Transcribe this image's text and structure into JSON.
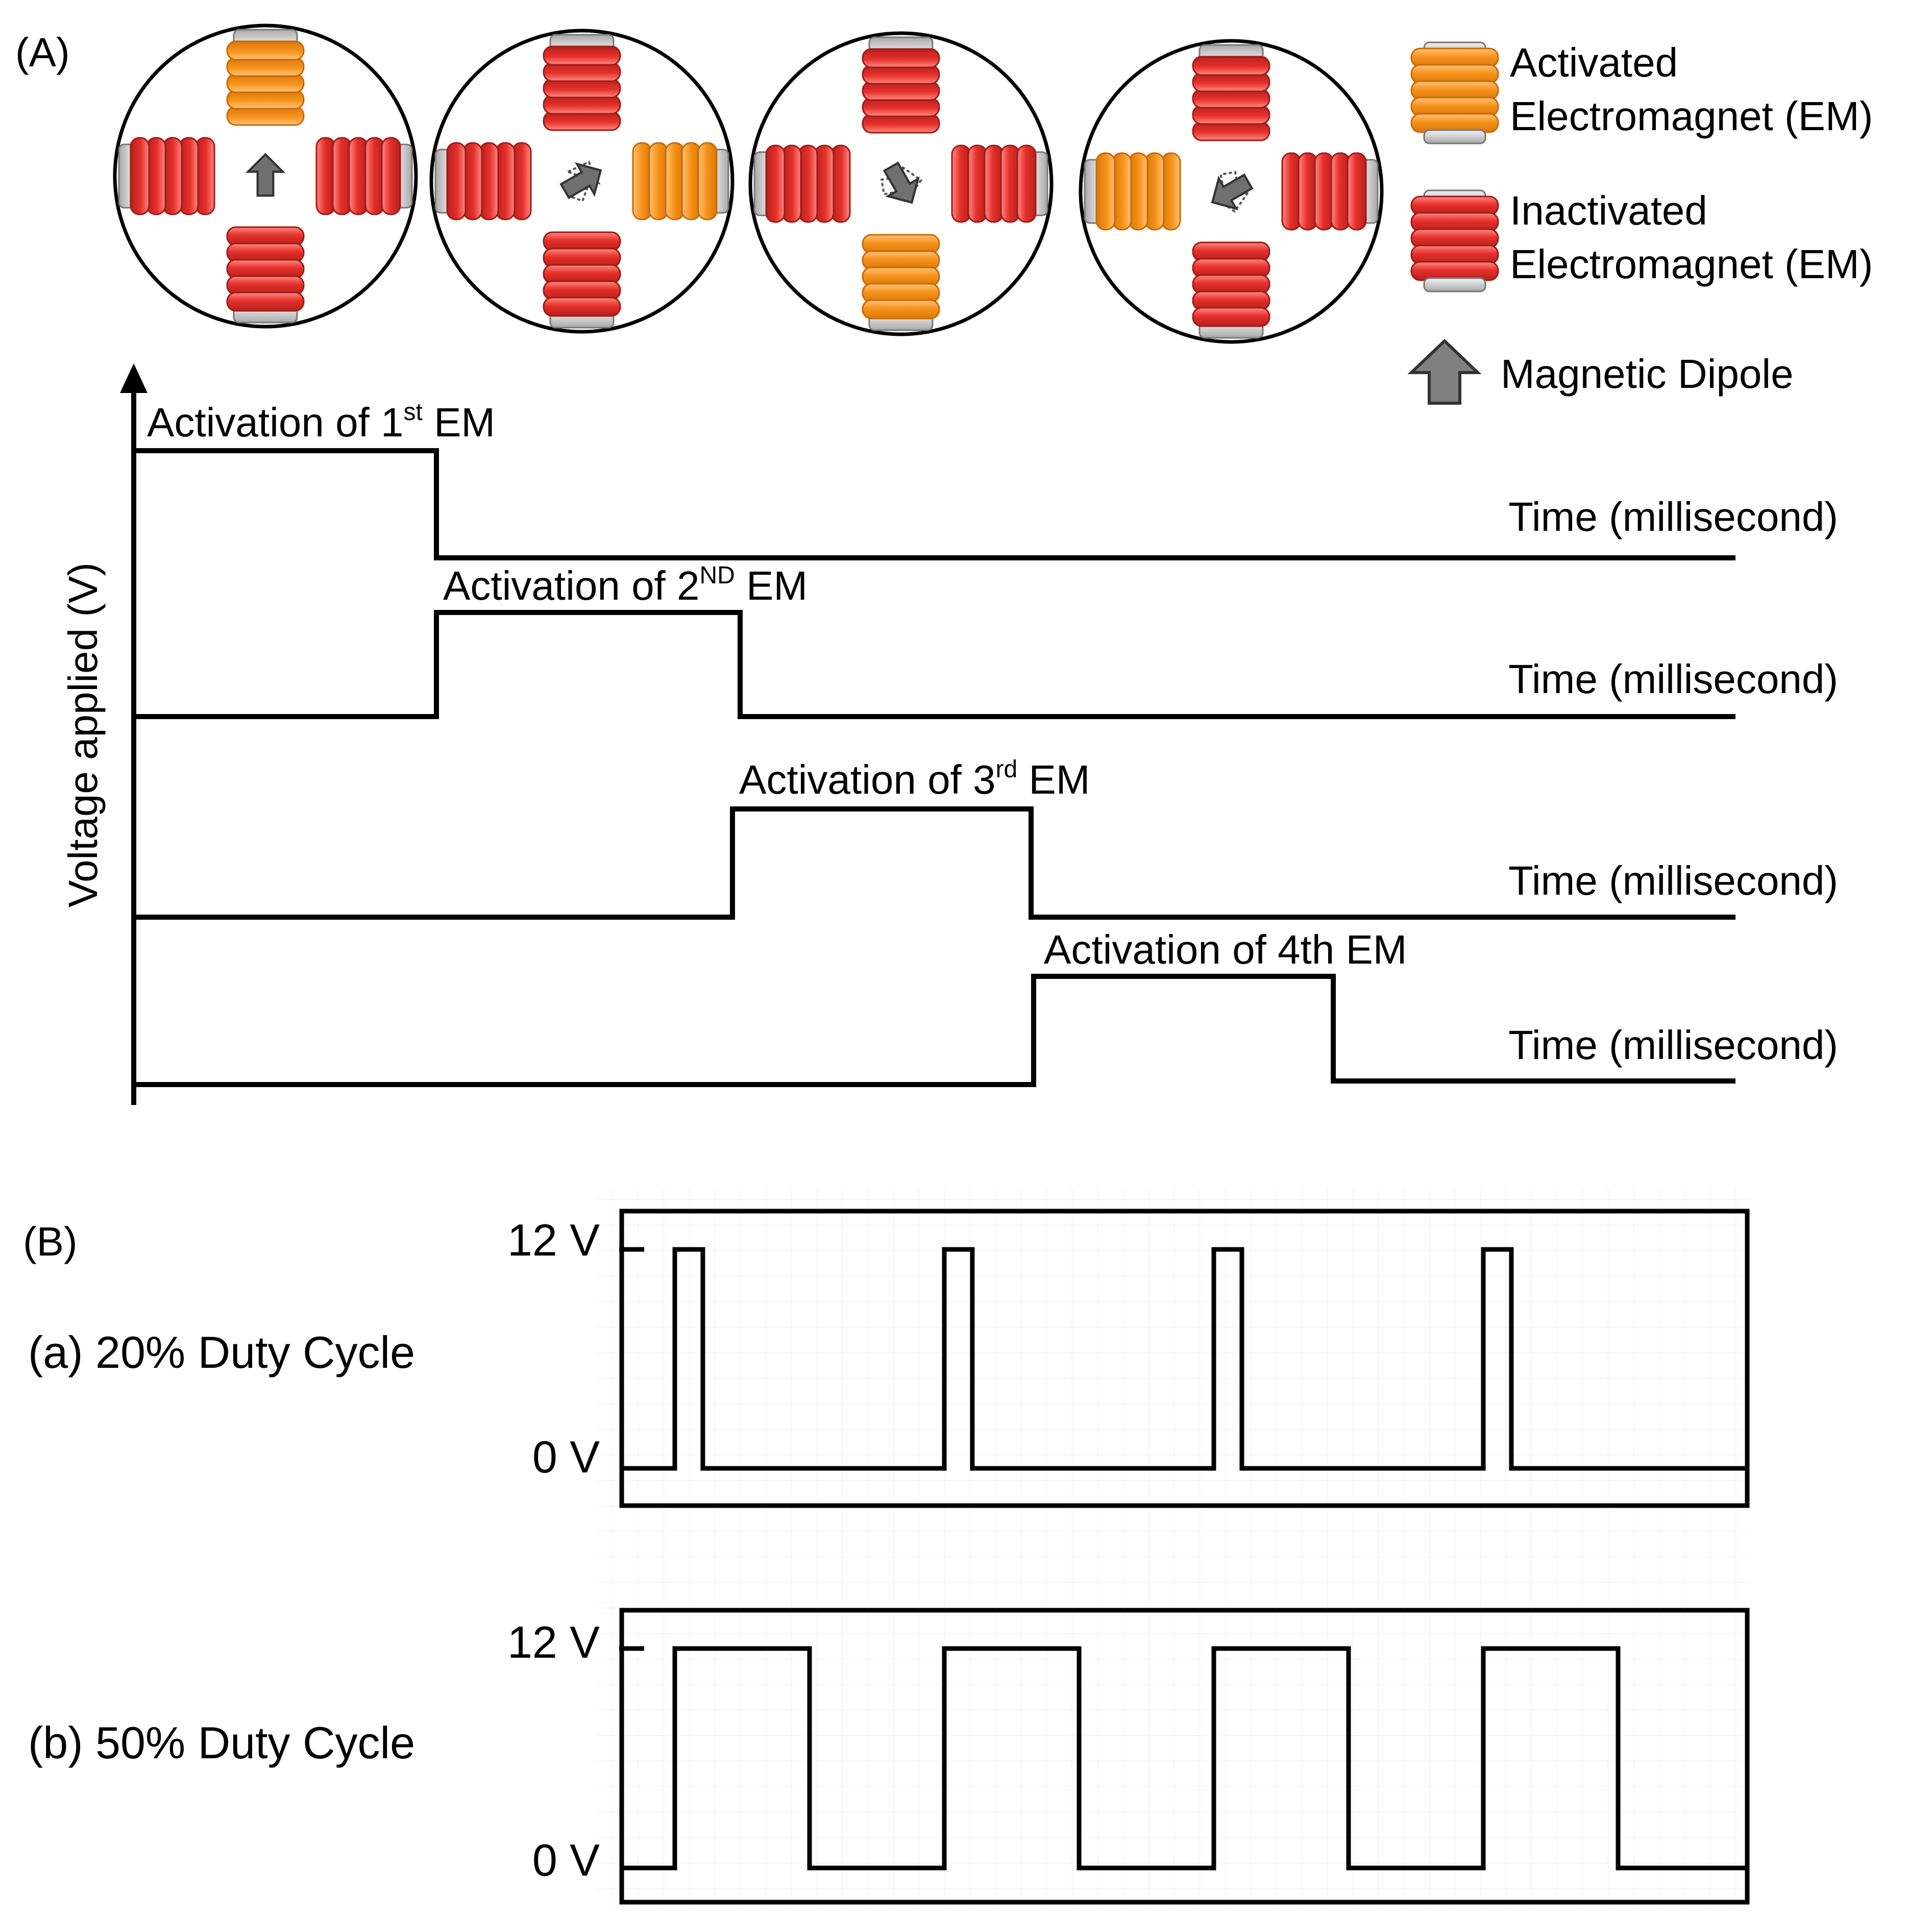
{
  "panel_a": {
    "label": "(A)",
    "legend": {
      "activated_line1": "Activated",
      "activated_line2": "Electromagnet (EM)",
      "inactivated_line1": "Inactivated",
      "inactivated_line2": "Electromagnet (EM)",
      "dipole": "Magnetic Dipole"
    },
    "y_axis_label": "Voltage applied (V)",
    "time_label": "Time (millisecond)",
    "activation_1_pre": "Activation of 1",
    "activation_1_sup": "st",
    "activation_1_post": " EM",
    "activation_2_pre": "Activation of 2",
    "activation_2_sup": "ND",
    "activation_2_post": " EM",
    "activation_3_pre": "Activation of 3",
    "activation_3_sup": "rd",
    "activation_3_post": "  EM",
    "activation_4": "Activation of 4th EM",
    "states": [
      {
        "active": "top",
        "dipole_deg": 0
      },
      {
        "active": "right",
        "dipole_deg": 60
      },
      {
        "active": "bottom",
        "dipole_deg": 150
      },
      {
        "active": "left",
        "dipole_deg": 240
      }
    ],
    "colors": {
      "activated": "#f7941d",
      "inactivated": "#e5302c",
      "dipole": "#707070"
    }
  },
  "panel_b": {
    "label": "(B)",
    "high_label": "12 V",
    "low_label": "0 V",
    "a_label": "(a) 20% Duty Cycle",
    "b_label": "(b) 50% Duty Cycle"
  },
  "chart_data": [
    {
      "type": "line",
      "title": "(a) 20% Duty Cycle",
      "duty_cycle": 0.2,
      "periods": 4,
      "y_levels": [
        "0 V",
        "12 V"
      ],
      "ylim": [
        0,
        12
      ]
    },
    {
      "type": "line",
      "title": "(b) 50% Duty Cycle",
      "duty_cycle": 0.5,
      "periods": 4,
      "y_levels": [
        "0 V",
        "12 V"
      ],
      "ylim": [
        0,
        12
      ]
    }
  ]
}
